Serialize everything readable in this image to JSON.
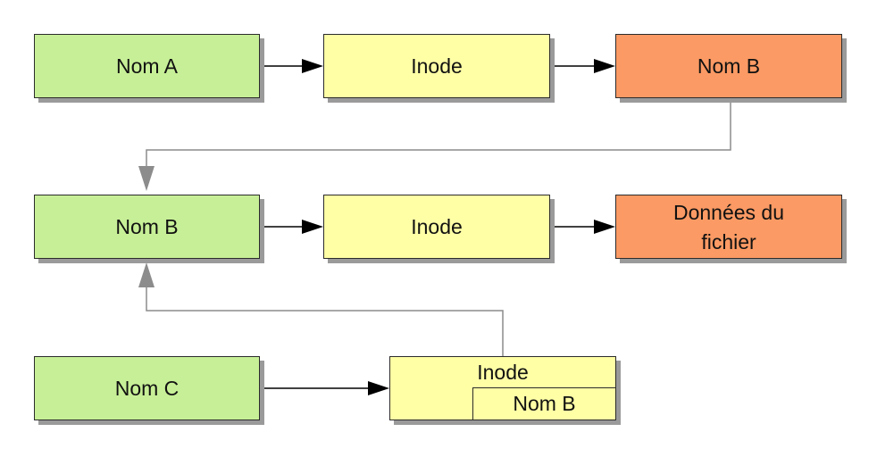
{
  "diagram": {
    "nodes": {
      "name_a": "Nom A",
      "inode_1": "Inode",
      "name_b_top": "Nom B",
      "name_b_middle": "Nom B",
      "inode_2": "Inode",
      "file_data_line1": "Données du",
      "file_data_line2": "fichier",
      "name_c": "Nom C",
      "inode_3": "Inode",
      "inode_3_entry": "Nom B"
    },
    "colors": {
      "name_fill": "#c7ef97",
      "inode_fill": "#ffffa6",
      "target_fill": "#fb9a64",
      "border": "#2b2b2b",
      "shadow": "#9a9a9a",
      "arrow_black": "#000000",
      "link_gray": "#8c8c8c"
    }
  }
}
